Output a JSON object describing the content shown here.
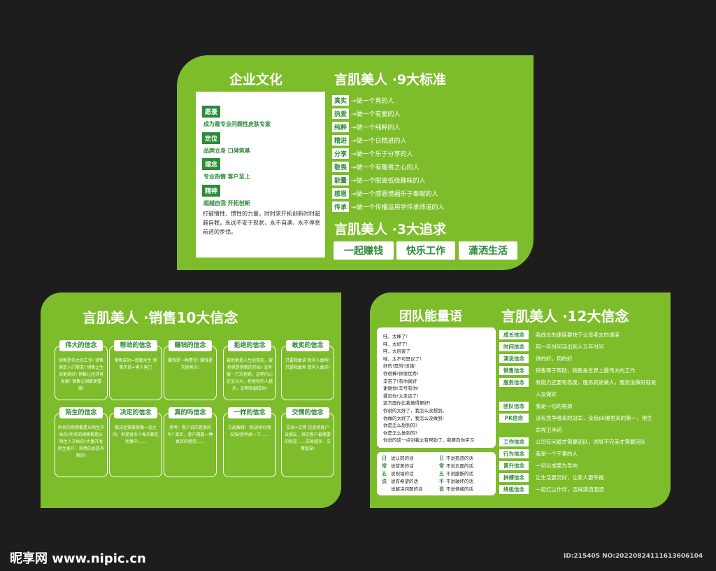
{
  "top": {
    "culture_title": "企业文化",
    "standards_title": "言肌美人 ·9大标准",
    "culture": [
      {
        "label": "愿景",
        "text": "成为最专业问题性皮肤专家"
      },
      {
        "label": "定位",
        "text": "品牌立身  口碑筑基"
      },
      {
        "label": "理念",
        "text": "专业热情  客户至上"
      },
      {
        "label": "精神",
        "text": "超越自我  开拓创新"
      }
    ],
    "paragraph": "打破惰性、惯性的力量，时时求开拓创新时时超越自我，永远不安于现状，永不自满，永不停息前进的步伐。",
    "standards": [
      {
        "tag": "真实",
        "desc": "→做一个真的人"
      },
      {
        "tag": "热爱",
        "desc": "→做一个有爱的人"
      },
      {
        "tag": "纯粹",
        "desc": "→做一个纯粹的人"
      },
      {
        "tag": "精进",
        "desc": "→做一个日精进的人"
      },
      {
        "tag": "分享",
        "desc": "→做一个乐于分享的人"
      },
      {
        "tag": "敬畏",
        "desc": "→做一个有敬畏之心的人"
      },
      {
        "tag": "能量",
        "desc": "→做一个脱离低级趣味的人"
      },
      {
        "tag": "感恩",
        "desc": "→做一个感恩惜福乐于奉献的人"
      },
      {
        "tag": "传承",
        "desc": "→做一个传播运用学传承师道的人"
      }
    ],
    "pursuits_title": "言肌美人 ·3大追求",
    "pursuits": [
      "一起赚钱",
      "快乐工作",
      "潇洒生活"
    ]
  },
  "left": {
    "title": "言肌美人 ·销售10大信念",
    "cards": [
      {
        "label": "伟大的信念",
        "text": "销售是伟大的工作! 销售满足人们需求! 销售让生活更美好! 销售让经济有发展! 销售让国家更富强!"
      },
      {
        "label": "帮助的信念",
        "text": "销售成功=普度众生 销售失败=害人害己"
      },
      {
        "label": "赚钱的信念",
        "text": "赚钱是一种责任! 赚钱是天经地义!"
      },
      {
        "label": "拒绝的信念",
        "text": "被拒绝是人生的常态，被拒绝是销售的开始! 没有被一万次拒绝，证明内心还没长大，拒绝你的人越多，证明你越成功!"
      },
      {
        "label": "敢卖的信念",
        "text": "只要我敢讲 就有人敢听! 只要我敢卖 就有人敢买!"
      },
      {
        "label": "陌生的信念",
        "text": "所有的熟悉都是从陌生开始的!所有的销售都是从陌生人开始的!大量开发陌生客户，熟悉的总是有限的!"
      },
      {
        "label": "决定的信念",
        "text": "做决定需要就像一念之间，但是很多人每天都在犹豫中……"
      },
      {
        "label": "真的吗信念",
        "text": "思考：客户说的是真的吗? 真实，客户需要一种真实的感觉……"
      },
      {
        "label": "一样的信念",
        "text": "万能解释：我没时间/我没钱/我考虑一下……"
      },
      {
        "label": "交情的信念",
        "text": "交易=交情 还会把客户当朋友，其实客户最需要的就是……交易越多，交情越深!"
      }
    ]
  },
  "right": {
    "team_title": "团队能量语",
    "beliefs_title": "言肌美人 ·12大信念",
    "phrases": [
      "哇，太棒了!",
      "哇，太好了!",
      "哇，太厉害了",
      "哇，太不可思议了!",
      "好的!是的!没错!",
      "你很棒!你很优秀!",
      "辛苦了!有你真好",
      "谢谢你!辛亏有你!",
      "遇见你!太幸运了!",
      "这方面你比我做得更好!",
      "你说的太好了，我怎么没想到。",
      "你做的太好了，我怎么没做到!",
      "你是怎么想到的?",
      "你是怎么做到的?",
      "你说的这一点对我太有帮助了，我要向你学习"
    ],
    "daily_do_label": "日常五说",
    "daily_do": [
      "说认同的话",
      "说赞美的话",
      "说祝福的话",
      "说有希望的话",
      "说解决问题的话"
    ],
    "daily_dont_label": "日常五不说",
    "daily_dont": [
      "不说抱怨的话",
      "不说负面的话",
      "不说臆断的话",
      "不说破坏的话",
      "不说情绪的话"
    ],
    "beliefs": [
      {
        "tag": "成长信念",
        "desc": "我成长的速度要快于父母老去的速度"
      },
      {
        "tag": "时间信念",
        "desc": "用一年时间活出别人五年时间"
      },
      {
        "tag": "演说信念",
        "desc": "讲的好，用的好"
      },
      {
        "tag": "销售信念",
        "desc": "销售等于帮助，销售是世界上最伟大的工作"
      },
      {
        "tag": "服务信念",
        "desc": "有能力还要有态度，服务就是做人，服务没做好就是"
      },
      {
        "tag": "",
        "desc": "人没做好"
      },
      {
        "tag": "团队信念",
        "desc": "我是一切的根源"
      },
      {
        "tag": "PK信念",
        "desc": "没有竞争哪来的冠军，没有pk哪里来的第一，用生"
      },
      {
        "tag": "",
        "desc": "命捍卫承诺"
      },
      {
        "tag": "工作信念",
        "desc": "公司有问题才需要团队，领导不完美才需要团队"
      },
      {
        "tag": "行为信念",
        "desc": "我是一个干事的人"
      },
      {
        "tag": "晋升信念",
        "desc": "一切以成果为导向"
      },
      {
        "tag": "拼搏信念",
        "desc": "让生活更灵好，让家人更幸福"
      },
      {
        "tag": "终极信念",
        "desc": "一起红尘作伴，活得潇洒洒洒"
      }
    ]
  },
  "footer": {
    "logo": "昵享网 www.nipic.cn",
    "id": "ID:215405 NO:20220824111613606104"
  }
}
